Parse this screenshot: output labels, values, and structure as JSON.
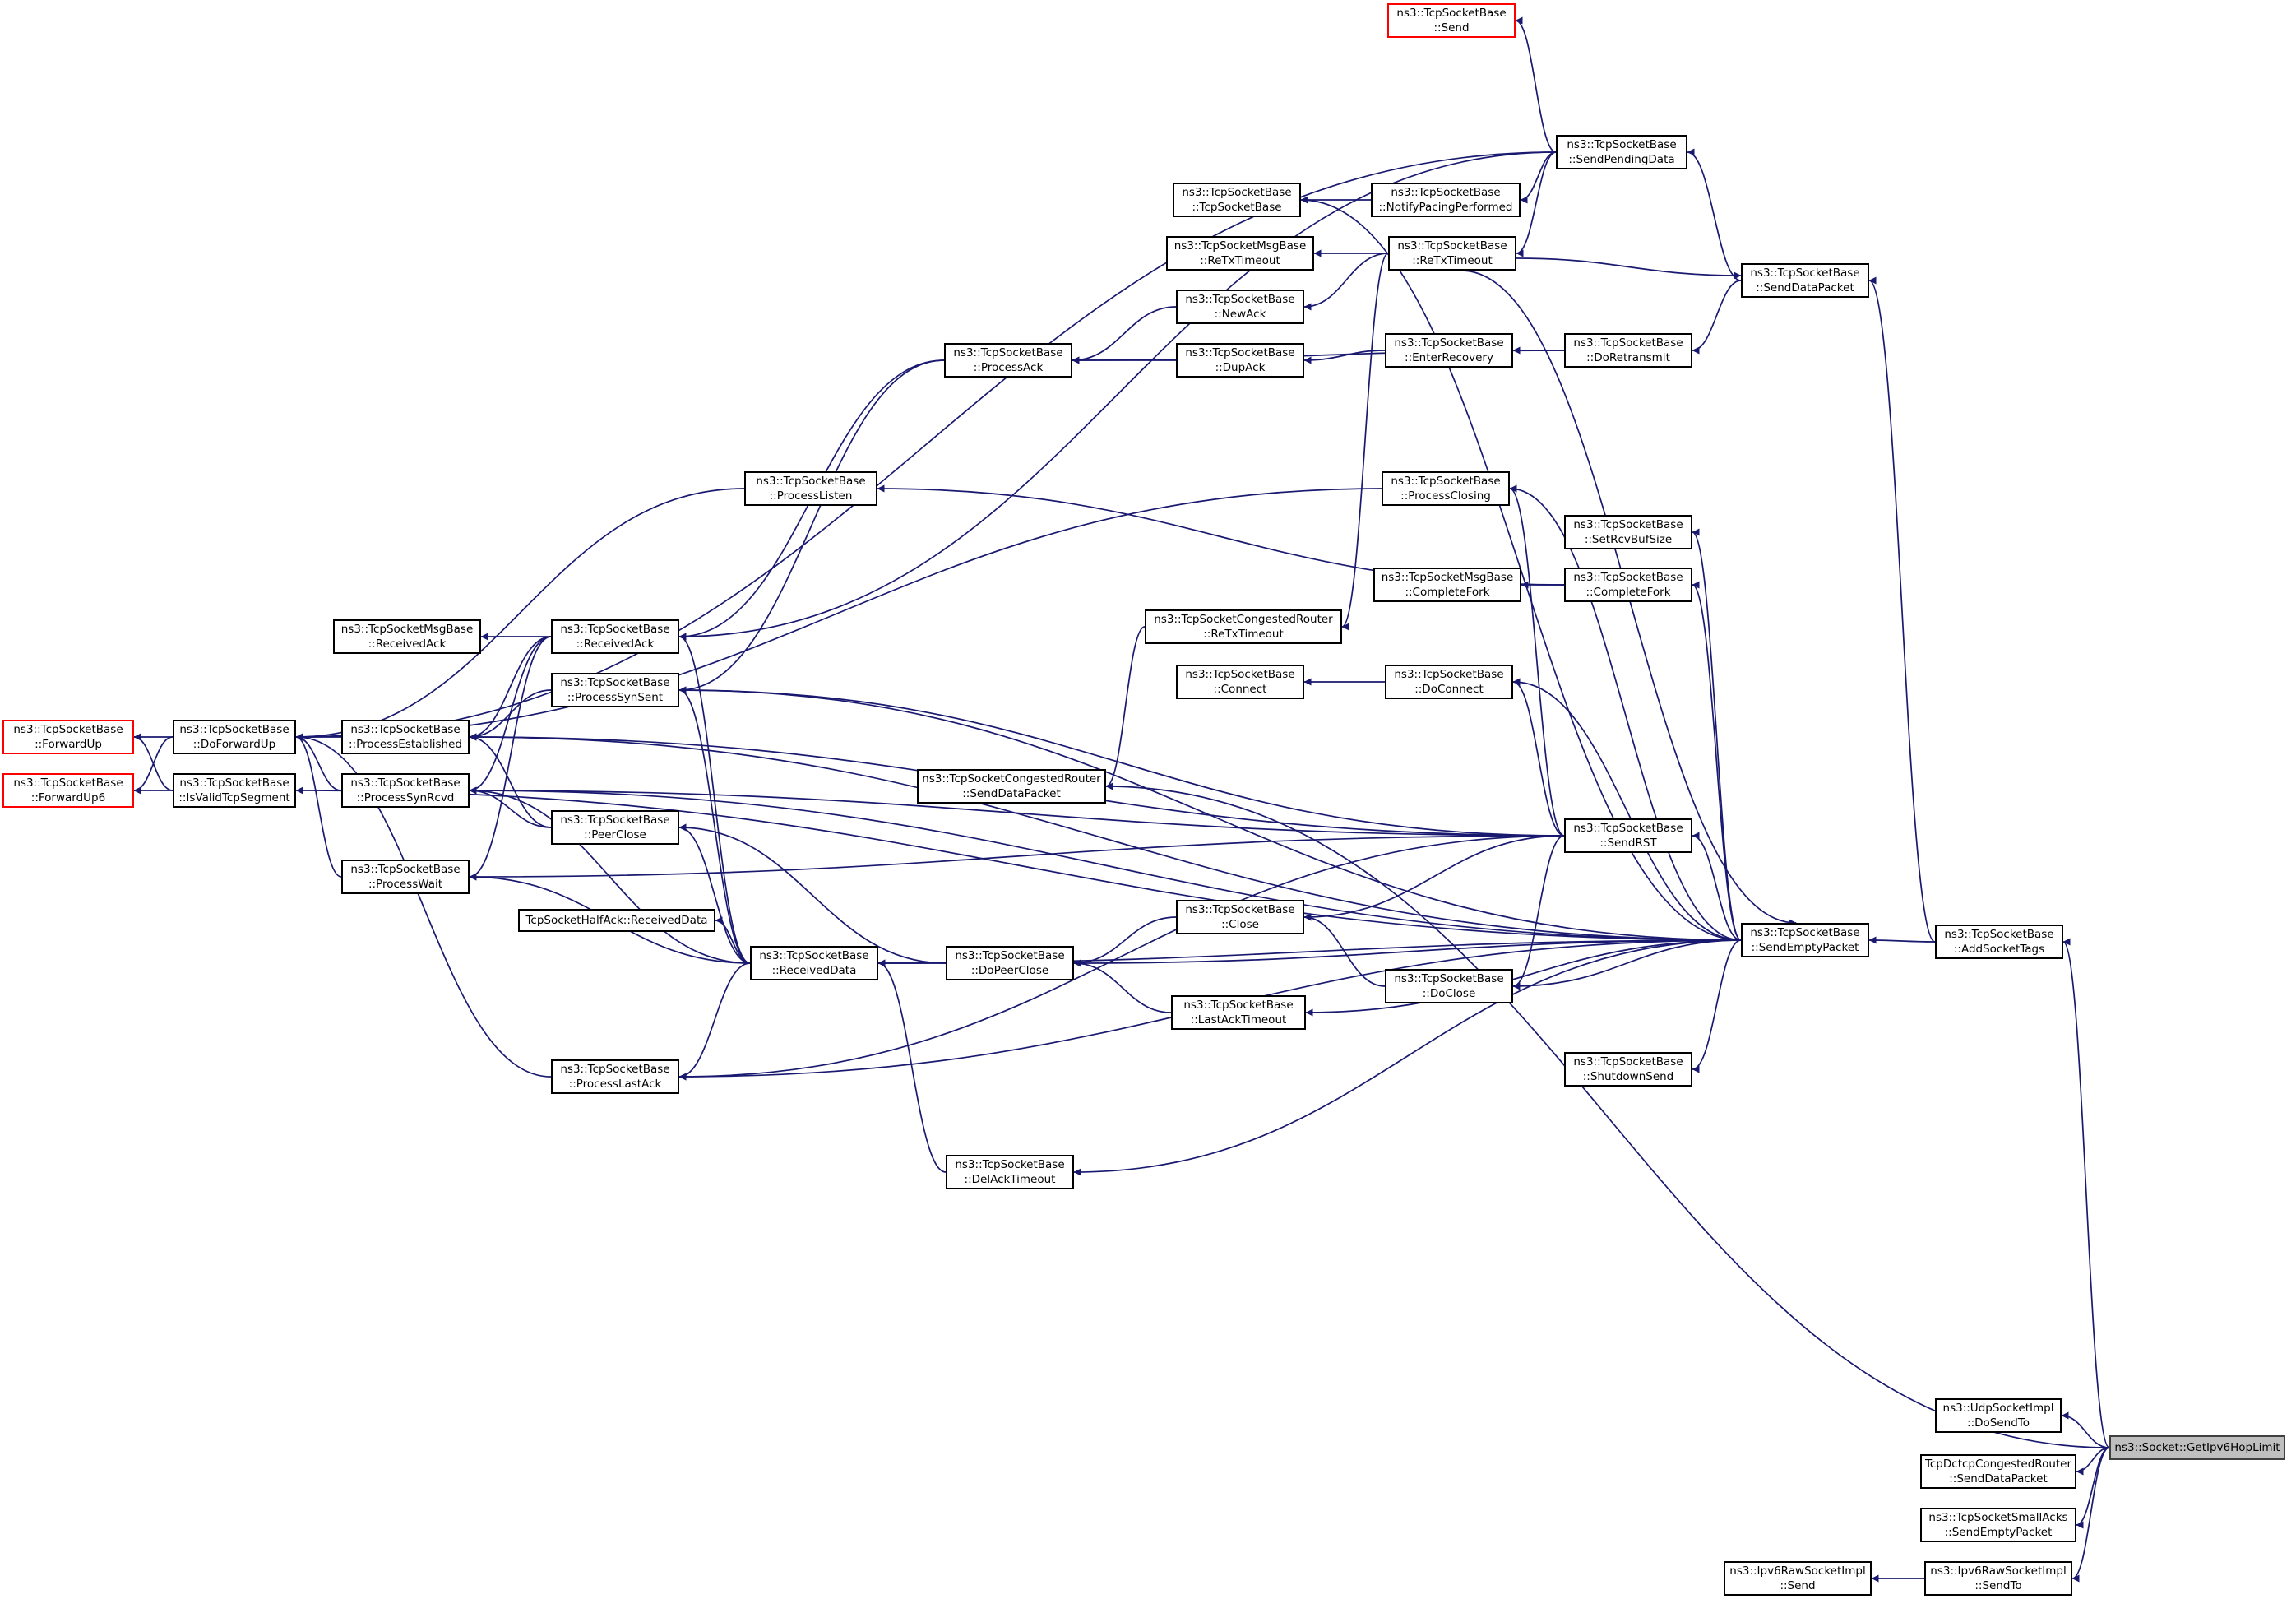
{
  "colors": {
    "edge": "#191970",
    "node_border": "#000000",
    "incomplete_border": "#ff0000",
    "target_fill": "#bfbfbf"
  },
  "nodes": [
    {
      "id": "n_target",
      "l1": "ns3::Socket::GetIpv6HopLimit",
      "l2": "",
      "style": "target"
    },
    {
      "id": "n_addtags",
      "l1": "ns3::TcpSocketBase",
      "l2": "::AddSocketTags"
    },
    {
      "id": "n_udpsend",
      "l1": "ns3::UdpSocketImpl",
      "l2": "::DoSendTo"
    },
    {
      "id": "n_dctcp",
      "l1": "TcpDctcpCongestedRouter",
      "l2": "::SendDataPacket"
    },
    {
      "id": "n_smallacks",
      "l1": "ns3::TcpSocketSmallAcks",
      "l2": "::SendEmptyPacket"
    },
    {
      "id": "n_ipv6sendto",
      "l1": "ns3::Ipv6RawSocketImpl",
      "l2": "::SendTo"
    },
    {
      "id": "n_ipv6send",
      "l1": "ns3::Ipv6RawSocketImpl",
      "l2": "::Send"
    },
    {
      "id": "n_sendempty",
      "l1": "ns3::TcpSocketBase",
      "l2": "::SendEmptyPacket"
    },
    {
      "id": "n_senddata",
      "l1": "ns3::TcpSocketBase",
      "l2": "::SendDataPacket"
    },
    {
      "id": "n_sendpending",
      "l1": "ns3::TcpSocketBase",
      "l2": "::SendPendingData"
    },
    {
      "id": "n_send",
      "l1": "ns3::TcpSocketBase",
      "l2": "::Send",
      "style": "red"
    },
    {
      "id": "n_notifypacing",
      "l1": "ns3::TcpSocketBase",
      "l2": "::NotifyPacingPerformed"
    },
    {
      "id": "n_ctor",
      "l1": "ns3::TcpSocketBase",
      "l2": "::TcpSocketBase"
    },
    {
      "id": "n_msgretx",
      "l1": "ns3::TcpSocketMsgBase",
      "l2": "::ReTxTimeout"
    },
    {
      "id": "n_retx",
      "l1": "ns3::TcpSocketBase",
      "l2": "::ReTxTimeout"
    },
    {
      "id": "n_newack",
      "l1": "ns3::TcpSocketBase",
      "l2": "::NewAck"
    },
    {
      "id": "n_dupack",
      "l1": "ns3::TcpSocketBase",
      "l2": "::DupAck"
    },
    {
      "id": "n_enterrec",
      "l1": "ns3::TcpSocketBase",
      "l2": "::EnterRecovery"
    },
    {
      "id": "n_doretx",
      "l1": "ns3::TcpSocketBase",
      "l2": "::DoRetransmit"
    },
    {
      "id": "n_processack",
      "l1": "ns3::TcpSocketBase",
      "l2": "::ProcessAck"
    },
    {
      "id": "n_procclosing",
      "l1": "ns3::TcpSocketBase",
      "l2": "::ProcessClosing"
    },
    {
      "id": "n_proclisten",
      "l1": "ns3::TcpSocketBase",
      "l2": "::ProcessListen"
    },
    {
      "id": "n_setrcvbuf",
      "l1": "ns3::TcpSocketBase",
      "l2": "::SetRcvBufSize"
    },
    {
      "id": "n_msgfork",
      "l1": "ns3::TcpSocketMsgBase",
      "l2": "::CompleteFork"
    },
    {
      "id": "n_fork",
      "l1": "ns3::TcpSocketBase",
      "l2": "::CompleteFork"
    },
    {
      "id": "n_routerretx",
      "l1": "ns3::TcpSocketCongestedRouter",
      "l2": "::ReTxTimeout"
    },
    {
      "id": "n_connect",
      "l1": "ns3::TcpSocketBase",
      "l2": "::Connect"
    },
    {
      "id": "n_doconnect",
      "l1": "ns3::TcpSocketBase",
      "l2": "::DoConnect"
    },
    {
      "id": "n_routersend",
      "l1": "ns3::TcpSocketCongestedRouter",
      "l2": "::SendDataPacket"
    },
    {
      "id": "n_sendrst",
      "l1": "ns3::TcpSocketBase",
      "l2": "::SendRST"
    },
    {
      "id": "n_close",
      "l1": "ns3::TcpSocketBase",
      "l2": "::Close"
    },
    {
      "id": "n_doclose",
      "l1": "ns3::TcpSocketBase",
      "l2": "::DoClose"
    },
    {
      "id": "n_lastacktimeout",
      "l1": "ns3::TcpSocketBase",
      "l2": "::LastAckTimeout"
    },
    {
      "id": "n_shutdown",
      "l1": "ns3::TcpSocketBase",
      "l2": "::ShutdownSend"
    },
    {
      "id": "n_dopeerclose",
      "l1": "ns3::TcpSocketBase",
      "l2": "::DoPeerClose"
    },
    {
      "id": "n_delack",
      "l1": "ns3::TcpSocketBase",
      "l2": "::DelAckTimeout"
    },
    {
      "id": "n_recvdata",
      "l1": "ns3::TcpSocketBase",
      "l2": "::ReceivedData"
    },
    {
      "id": "n_halfack",
      "l1": "TcpSocketHalfAck::ReceivedData",
      "l2": ""
    },
    {
      "id": "n_proclastack",
      "l1": "ns3::TcpSocketBase",
      "l2": "::ProcessLastAck"
    },
    {
      "id": "n_peerclose",
      "l1": "ns3::TcpSocketBase",
      "l2": "::PeerClose"
    },
    {
      "id": "n_recvack",
      "l1": "ns3::TcpSocketBase",
      "l2": "::ReceivedAck"
    },
    {
      "id": "n_msgrecvack",
      "l1": "ns3::TcpSocketMsgBase",
      "l2": "::ReceivedAck"
    },
    {
      "id": "n_procsynsent",
      "l1": "ns3::TcpSocketBase",
      "l2": "::ProcessSynSent"
    },
    {
      "id": "n_procest",
      "l1": "ns3::TcpSocketBase",
      "l2": "::ProcessEstablished"
    },
    {
      "id": "n_procsynrcvd",
      "l1": "ns3::TcpSocketBase",
      "l2": "::ProcessSynRcvd"
    },
    {
      "id": "n_procwait",
      "l1": "ns3::TcpSocketBase",
      "l2": "::ProcessWait"
    },
    {
      "id": "n_doforward",
      "l1": "ns3::TcpSocketBase",
      "l2": "::DoForwardUp"
    },
    {
      "id": "n_isvalid",
      "l1": "ns3::TcpSocketBase",
      "l2": "::IsValidTcpSegment"
    },
    {
      "id": "n_forwardup",
      "l1": "ns3::TcpSocketBase",
      "l2": "::ForwardUp",
      "style": "red"
    },
    {
      "id": "n_forwardup6",
      "l1": "ns3::TcpSocketBase",
      "l2": "::ForwardUp6",
      "style": "red"
    }
  ],
  "edges": [
    [
      "n_addtags",
      "n_target"
    ],
    [
      "n_udpsend",
      "n_target"
    ],
    [
      "n_dctcp",
      "n_target"
    ],
    [
      "n_smallacks",
      "n_target"
    ],
    [
      "n_ipv6sendto",
      "n_target"
    ],
    [
      "n_ipv6send",
      "n_ipv6sendto"
    ],
    [
      "n_sendempty",
      "n_addtags"
    ],
    [
      "n_senddata",
      "n_addtags"
    ],
    [
      "n_sendpending",
      "n_senddata"
    ],
    [
      "n_send",
      "n_sendpending"
    ],
    [
      "n_notifypacing",
      "n_sendpending"
    ],
    [
      "n_ctor",
      "n_notifypacing"
    ],
    [
      "n_retx",
      "n_sendpending"
    ],
    [
      "n_msgretx",
      "n_retx"
    ],
    [
      "n_newack",
      "n_retx"
    ],
    [
      "n_routerretx",
      "n_retx"
    ],
    [
      "n_senddata",
      "n_retx"
    ],
    [
      "n_sendempty",
      "n_retx"
    ],
    [
      "n_processack",
      "n_newack"
    ],
    [
      "n_processack",
      "n_dupack"
    ],
    [
      "n_dupack",
      "n_enterrec"
    ],
    [
      "n_enterrec",
      "n_doretx"
    ],
    [
      "n_doretx",
      "n_senddata"
    ],
    [
      "n_processack",
      "n_doretx"
    ],
    [
      "n_recvack",
      "n_processack"
    ],
    [
      "n_recvack",
      "n_sendpending"
    ],
    [
      "n_doforward",
      "n_sendpending"
    ],
    [
      "n_doforward",
      "n_procclosing"
    ],
    [
      "n_doforward",
      "n_proclisten"
    ],
    [
      "n_doforward",
      "n_procest"
    ],
    [
      "n_doforward",
      "n_procsynrcvd"
    ],
    [
      "n_doforward",
      "n_procwait"
    ],
    [
      "n_doforward",
      "n_proclastack"
    ],
    [
      "n_forwardup",
      "n_doforward"
    ],
    [
      "n_forwardup6",
      "n_doforward"
    ],
    [
      "n_forwardup",
      "n_isvalid"
    ],
    [
      "n_forwardup6",
      "n_isvalid"
    ],
    [
      "n_procest",
      "n_recvack"
    ],
    [
      "n_procsynrcvd",
      "n_recvack"
    ],
    [
      "n_procwait",
      "n_recvack"
    ],
    [
      "n_msgrecvack",
      "n_recvack"
    ],
    [
      "n_procest",
      "n_procsynsent"
    ],
    [
      "n_procsynsent",
      "n_processack"
    ],
    [
      "n_procest",
      "n_peerclose"
    ],
    [
      "n_procsynrcvd",
      "n_peerclose"
    ],
    [
      "n_recvack",
      "n_recvdata"
    ],
    [
      "n_procsynsent",
      "n_recvdata"
    ],
    [
      "n_peerclose",
      "n_recvdata"
    ],
    [
      "n_halfack",
      "n_recvdata"
    ],
    [
      "n_procsynrcvd",
      "n_recvdata"
    ],
    [
      "n_procwait",
      "n_recvdata"
    ],
    [
      "n_proclastack",
      "n_recvdata"
    ],
    [
      "n_recvdata",
      "n_dopeerclose"
    ],
    [
      "n_peerclose",
      "n_dopeerclose"
    ],
    [
      "n_recvdata",
      "n_delack"
    ],
    [
      "n_dopeerclose",
      "n_close"
    ],
    [
      "n_dopeerclose",
      "n_lastacktimeout"
    ],
    [
      "n_close",
      "n_sendrst"
    ],
    [
      "n_doclose",
      "n_sendrst"
    ],
    [
      "n_close",
      "n_doclose"
    ],
    [
      "n_doconnect",
      "n_sendrst"
    ],
    [
      "n_connect",
      "n_doconnect"
    ],
    [
      "n_procclosing",
      "n_sendrst"
    ],
    [
      "n_procsynsent",
      "n_sendrst"
    ],
    [
      "n_procest",
      "n_sendrst"
    ],
    [
      "n_procsynrcvd",
      "n_sendrst"
    ],
    [
      "n_procwait",
      "n_sendrst"
    ],
    [
      "n_proclastack",
      "n_sendrst"
    ],
    [
      "n_proclisten",
      "n_fork"
    ],
    [
      "n_msgfork",
      "n_fork"
    ],
    [
      "n_routersend",
      "n_routerretx"
    ],
    [
      "n_sendrst",
      "n_sendempty"
    ],
    [
      "n_doclose",
      "n_sendempty"
    ],
    [
      "n_shutdown",
      "n_sendempty"
    ],
    [
      "n_lastacktimeout",
      "n_sendempty"
    ],
    [
      "n_dopeerclose",
      "n_sendempty"
    ],
    [
      "n_delack",
      "n_sendempty"
    ],
    [
      "n_recvdata",
      "n_sendempty"
    ],
    [
      "n_proclastack",
      "n_sendempty"
    ],
    [
      "n_procsynrcvd",
      "n_sendempty"
    ],
    [
      "n_procest",
      "n_sendempty"
    ],
    [
      "n_procsynsent",
      "n_sendempty"
    ],
    [
      "n_procclosing",
      "n_sendempty"
    ],
    [
      "n_setrcvbuf",
      "n_sendempty"
    ],
    [
      "n_fork",
      "n_sendempty"
    ],
    [
      "n_doconnect",
      "n_sendempty"
    ],
    [
      "n_ctor",
      "n_sendempty"
    ],
    [
      "n_isvalid",
      "n_sendempty"
    ],
    [
      "n_routersend",
      "n_target"
    ]
  ]
}
